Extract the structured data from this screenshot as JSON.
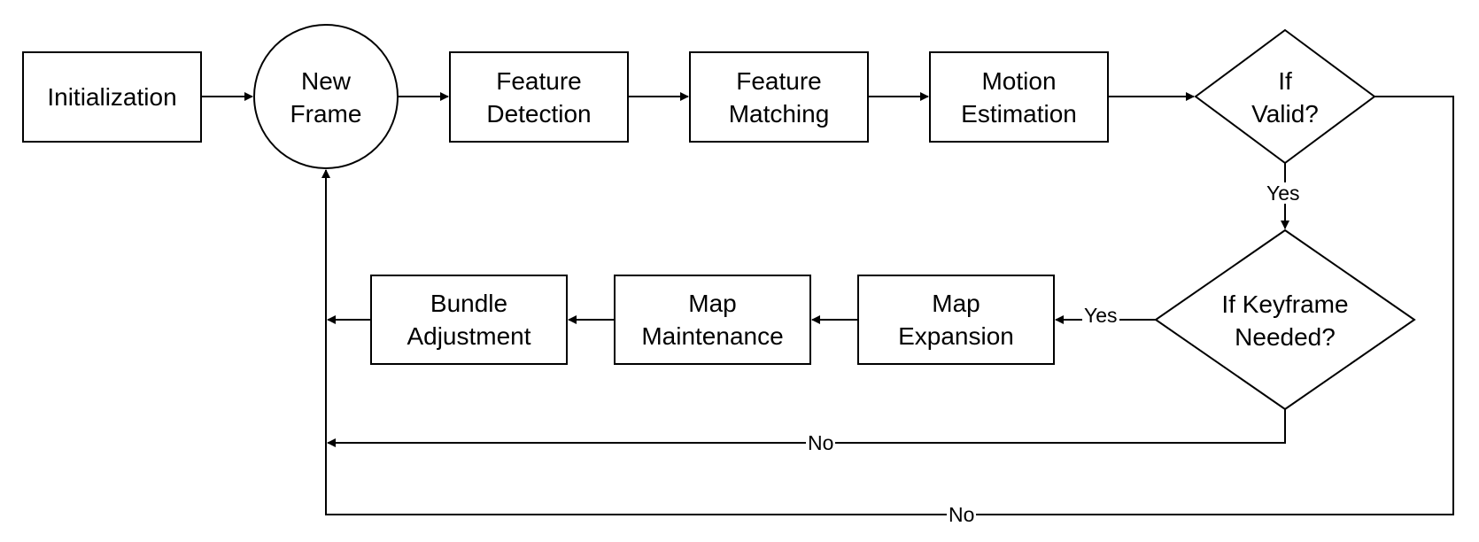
{
  "nodes": {
    "initialization": {
      "label": "Initialization"
    },
    "new_frame": {
      "line1": "New",
      "line2": "Frame"
    },
    "feature_detection": {
      "line1": "Feature",
      "line2": "Detection"
    },
    "feature_matching": {
      "line1": "Feature",
      "line2": "Matching"
    },
    "motion_estimation": {
      "line1": "Motion",
      "line2": "Estimation"
    },
    "if_valid": {
      "line1": "If",
      "line2": "Valid?"
    },
    "if_keyframe": {
      "line1": "If Keyframe",
      "line2": "Needed?"
    },
    "map_expansion": {
      "line1": "Map",
      "line2": "Expansion"
    },
    "map_maintenance": {
      "line1": "Map",
      "line2": "Maintenance"
    },
    "bundle_adjustment": {
      "line1": "Bundle",
      "line2": "Adjustment"
    }
  },
  "edges": {
    "valid_yes": "Yes",
    "keyframe_yes": "Yes",
    "keyframe_no": "No",
    "valid_no": "No"
  }
}
